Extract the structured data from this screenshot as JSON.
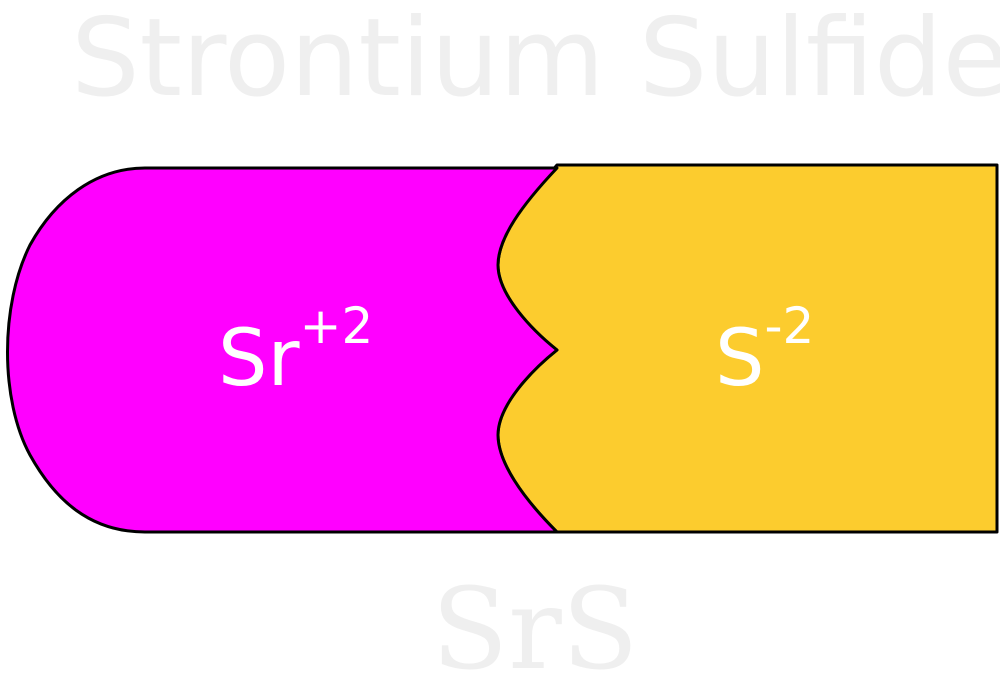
{
  "title": "Strontium Sulfide",
  "formula": "SrS",
  "cation": {
    "symbol": "Sr",
    "charge": "+2"
  },
  "anion": {
    "symbol": "S",
    "charge": "-2"
  },
  "colors": {
    "cation_fill": "#ff00ff",
    "anion_fill": "#fccc2e",
    "outline": "#000000",
    "ion_text": "#ffffff",
    "watermark": "#efefef"
  }
}
